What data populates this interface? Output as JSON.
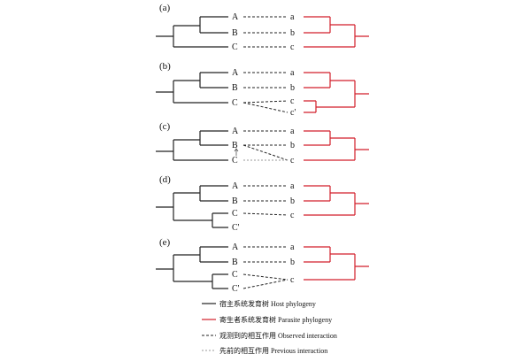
{
  "colors": {
    "host": "#222222",
    "parasite": "#d21e2a",
    "observed": "#222222",
    "previous": "#9a9a9a"
  },
  "panels": [
    {
      "label": "(a)",
      "host_tips": [
        "A",
        "B",
        "C"
      ],
      "parasite_tips": [
        "a",
        "b",
        "c"
      ]
    },
    {
      "label": "(b)",
      "host_tips": [
        "A",
        "B",
        "C"
      ],
      "parasite_tips": [
        "a",
        "b",
        "c",
        "c'"
      ]
    },
    {
      "label": "(c)",
      "host_tips": [
        "A",
        "B",
        "C"
      ],
      "parasite_tips": [
        "a",
        "b",
        "c"
      ]
    },
    {
      "label": "(d)",
      "host_tips": [
        "A",
        "B",
        "C",
        "C'"
      ],
      "parasite_tips": [
        "a",
        "b",
        "c"
      ]
    },
    {
      "label": "(e)",
      "host_tips": [
        "A",
        "B",
        "C",
        "C'"
      ],
      "parasite_tips": [
        "a",
        "b",
        "c"
      ]
    }
  ],
  "legend": [
    {
      "key": "host",
      "text": "宿主系统发育树  Host phylogeny"
    },
    {
      "key": "parasite",
      "text": "寄生者系统发育树  Parasite phylogeny"
    },
    {
      "key": "observed",
      "text": "观测到的相互作用  Observed interaction"
    },
    {
      "key": "previous",
      "text": "先前的相互作用  Previous interaction"
    }
  ]
}
